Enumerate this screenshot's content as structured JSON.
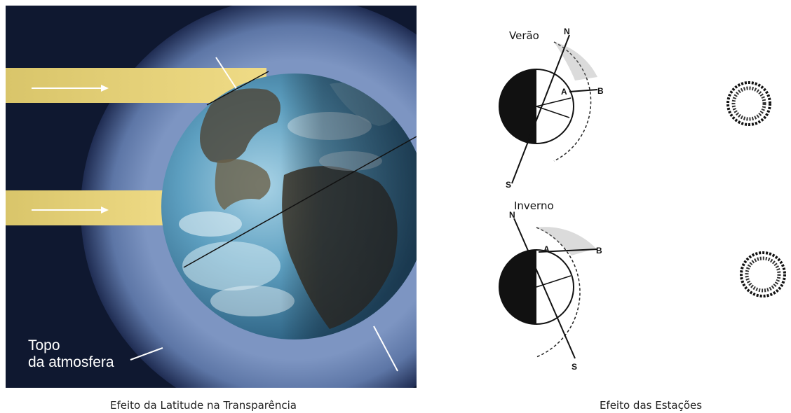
{
  "left_panel": {
    "atmosphere_label_line1": "Topo",
    "atmosphere_label_line2": "da atmosfera",
    "caption": "Efeito da Latitude na Transparência"
  },
  "right_panel": {
    "summer": {
      "label": "Verão",
      "north": "N",
      "south": "S",
      "point_a": "A",
      "point_b": "B"
    },
    "winter": {
      "label": "Inverno",
      "north": "N",
      "south": "S",
      "point_a": "A",
      "point_b": "B"
    },
    "caption": "Efeito das Estações"
  },
  "colors": {
    "space": "#101a33",
    "atmosphere": "#6f88b8",
    "ocean": "#5c9fc0",
    "sunbeam": "#e8d27a"
  }
}
